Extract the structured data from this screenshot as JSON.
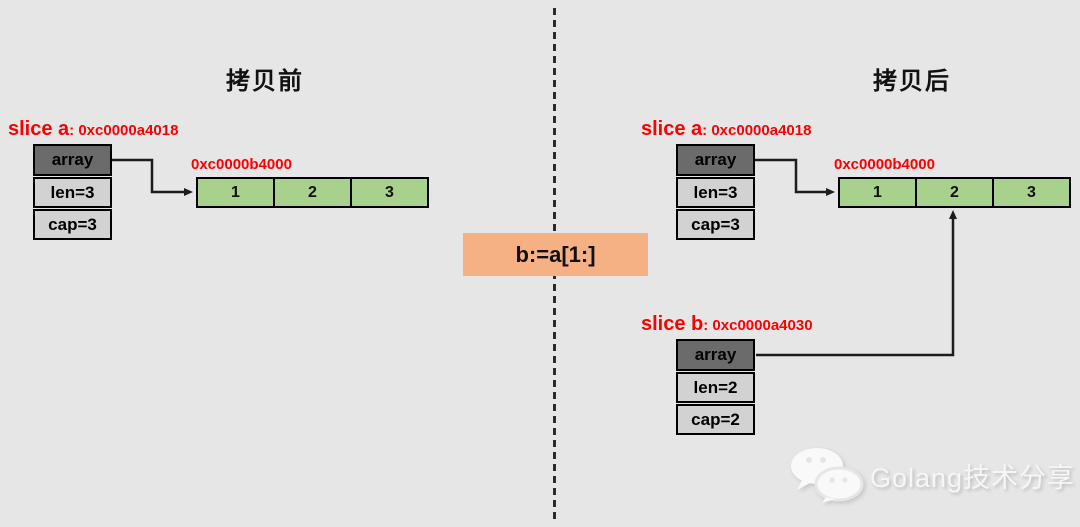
{
  "titles": {
    "before": "拷贝前",
    "after": "拷贝后"
  },
  "operation": {
    "code": "b:=a[1:]"
  },
  "before": {
    "slice_a": {
      "name": "slice a",
      "addr": ": 0xc0000a4018",
      "fields": [
        "array",
        "len=3",
        "cap=3"
      ]
    },
    "array": {
      "addr": "0xc0000b4000",
      "cells": [
        "1",
        "2",
        "3"
      ]
    }
  },
  "after": {
    "slice_a": {
      "name": "slice a",
      "addr": ": 0xc0000a4018",
      "fields": [
        "array",
        "len=3",
        "cap=3"
      ]
    },
    "slice_b": {
      "name": "slice b",
      "addr": ": 0xc0000a4030",
      "fields": [
        "array",
        "len=2",
        "cap=2"
      ]
    },
    "array": {
      "addr": "0xc0000b4000",
      "cells": [
        "1",
        "2",
        "3"
      ]
    }
  },
  "watermark": {
    "text": "Golang技术分享",
    "icon": "wechat-icon"
  },
  "colors": {
    "background": "#e6e6e6",
    "label_red": "#ff0000",
    "array_green": "#a9d18e",
    "operation_orange": "#f5b183",
    "struct_header_gray": "#6b6b6b",
    "struct_cell_gray": "#d2d2d2",
    "line_black": "#1c1c1c"
  }
}
